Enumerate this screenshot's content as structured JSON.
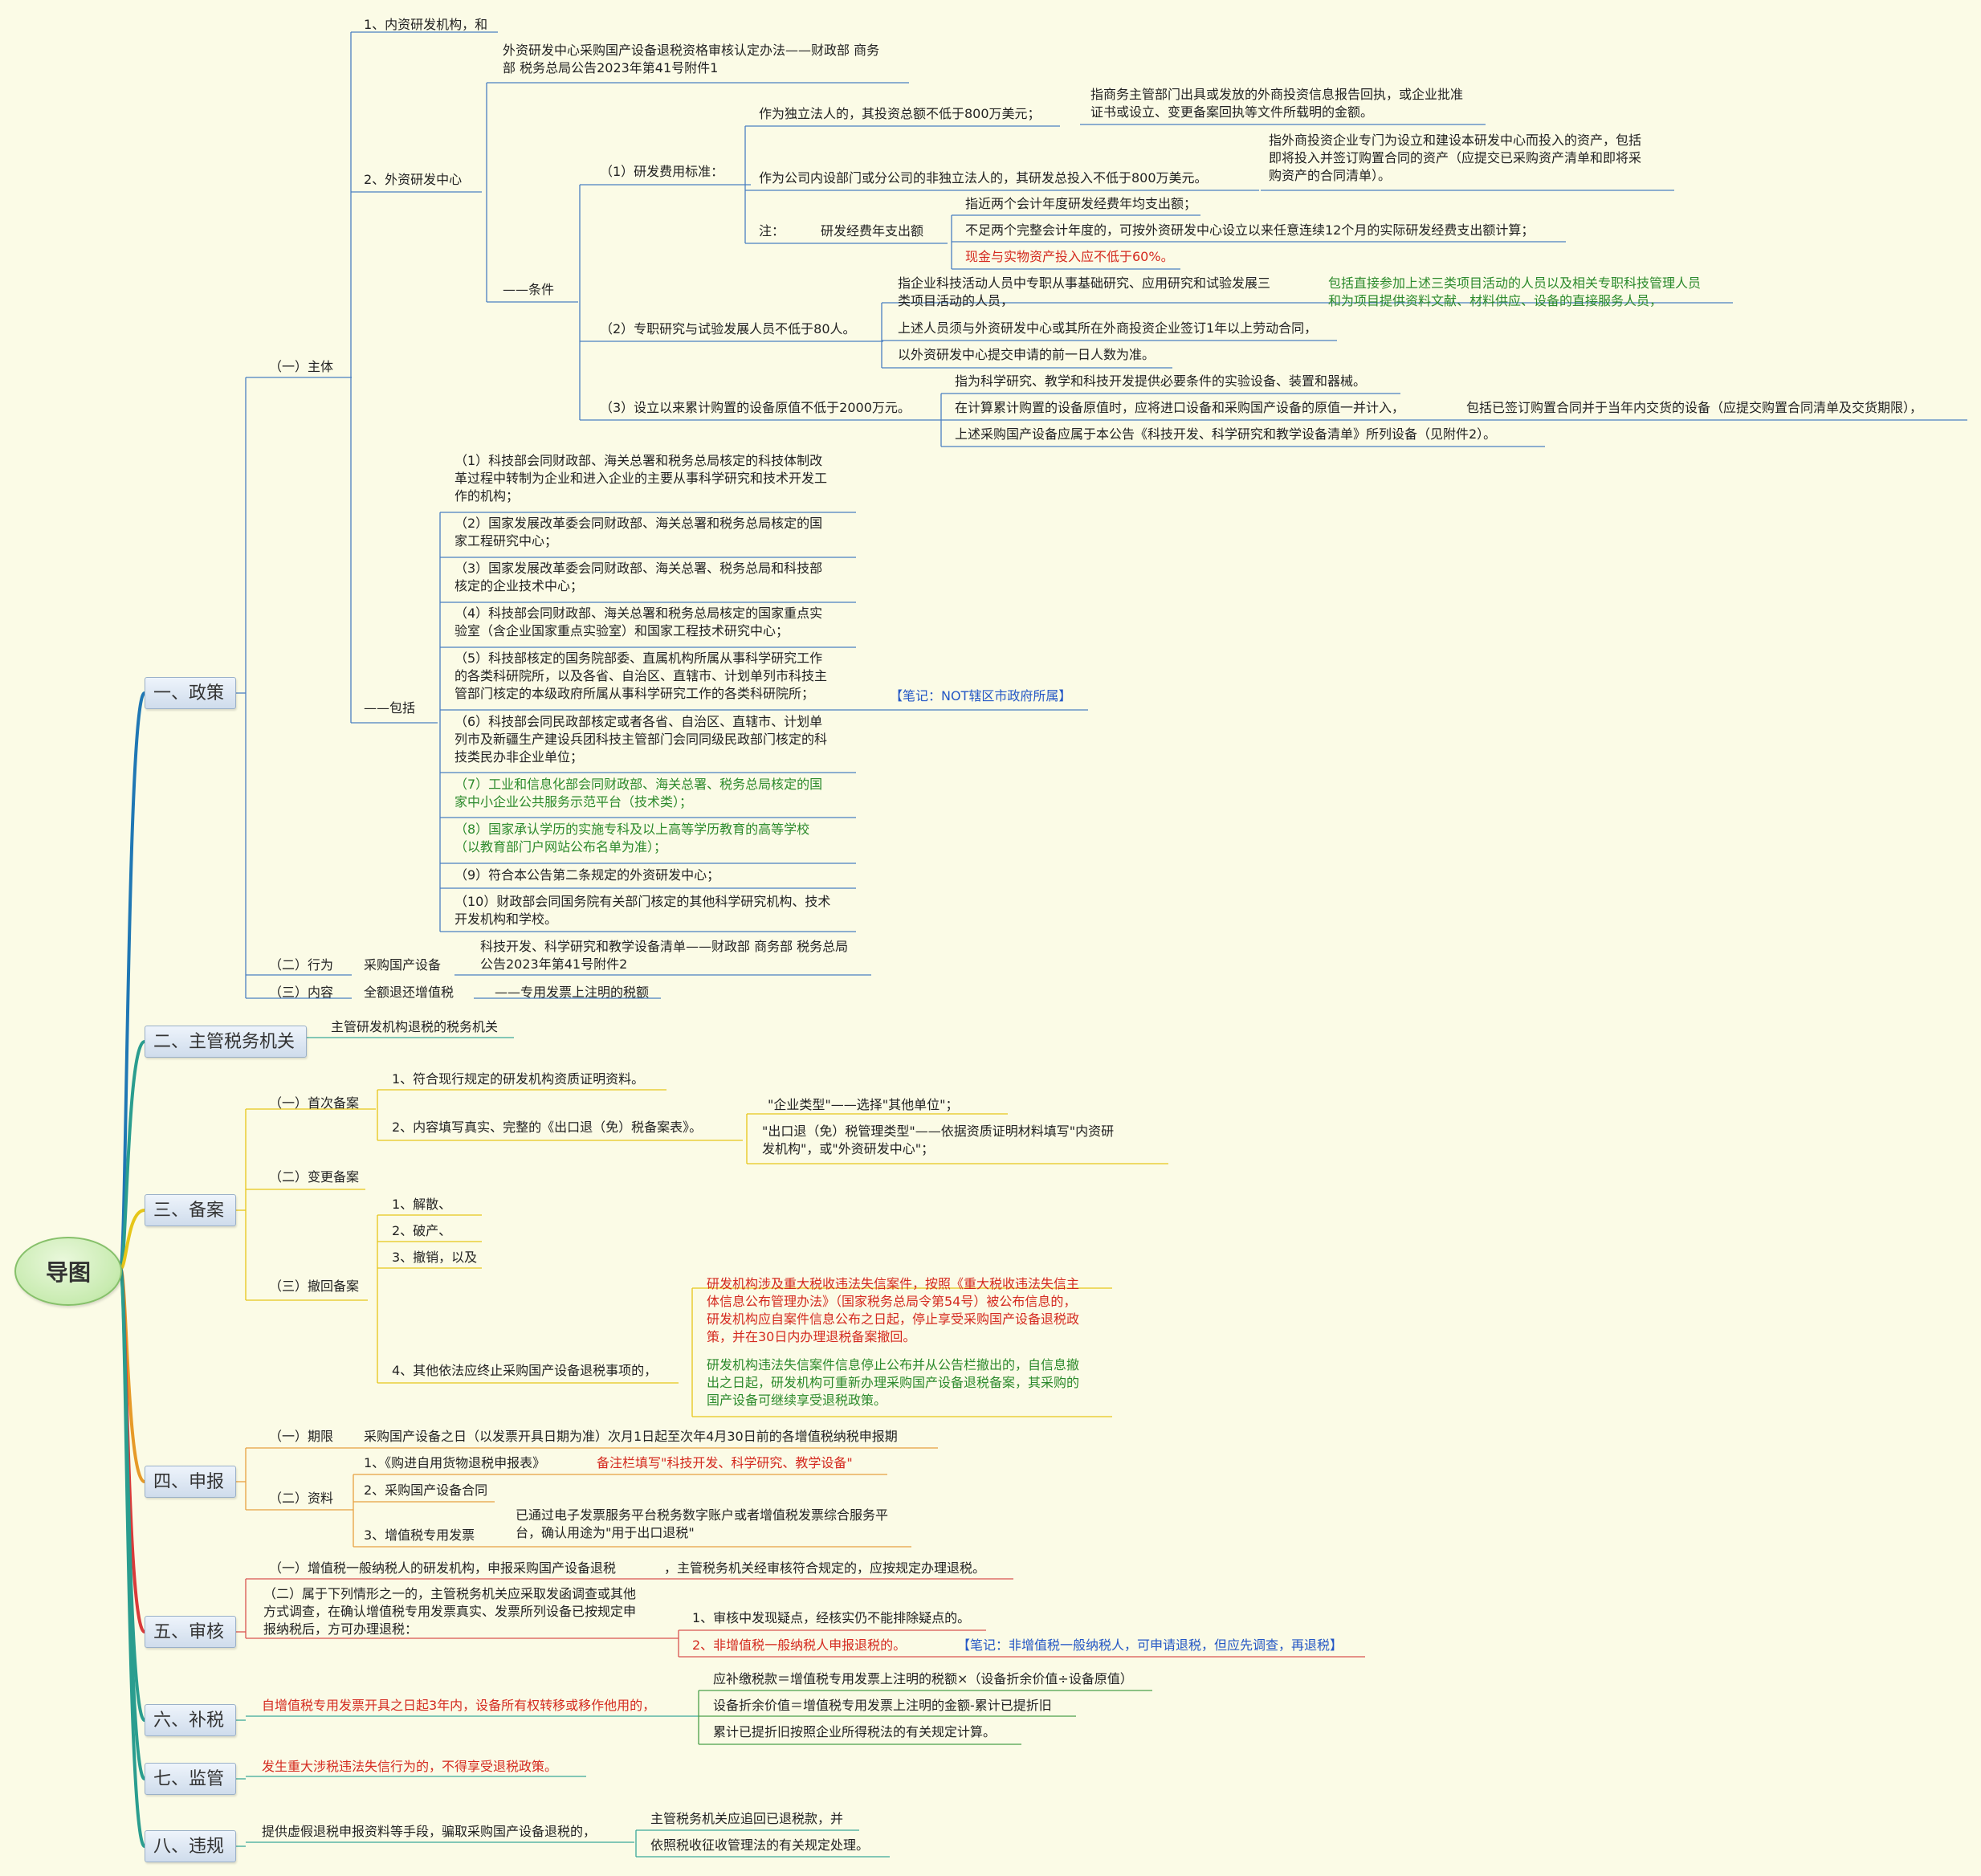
{
  "root": "导图",
  "branches": [
    {
      "id": "b1",
      "label": "一、政策",
      "color": "#1f77b4"
    },
    {
      "id": "b2",
      "label": "二、主管税务机关",
      "color": "#2a9d8f"
    },
    {
      "id": "b3",
      "label": "三、备案",
      "color": "#e6c619"
    },
    {
      "id": "b4",
      "label": "四、申报",
      "color": "#e69a28"
    },
    {
      "id": "b5",
      "label": "五、审核",
      "color": "#d93a3a"
    },
    {
      "id": "b6",
      "label": "六、补税",
      "color": "#2a9d8f"
    },
    {
      "id": "b7",
      "label": "七、监管",
      "color": "#2a9d8f"
    },
    {
      "id": "b8",
      "label": "八、违规",
      "color": "#2a9d8f"
    }
  ],
  "nodes": {
    "p_zhuti": "（一）主体",
    "p_neizi": "1、内资研发机构，和",
    "p_waizi": "2、外资研发中心",
    "p_waizi_law": "外资研发中心采购国产设备退税资格审核认定办法——财政部 商务\n部 税务总局公告2023年第41号附件1",
    "p_tiaojian": "——条件",
    "p_c1": "（1）研发费用标准：",
    "p_c1a": "作为独立法人的，其投资总额不低于800万美元；",
    "p_c1a_note": "指商务主管部门出具或发放的外商投资信息报告回执，或企业批准\n证书或设立、变更备案回执等文件所载明的金额。",
    "p_c1b": "作为公司内设部门或分公司的非独立法人的，其研发总投入不低于800万美元。",
    "p_c1b_note": "指外商投资企业专门为设立和建设本研发中心而投入的资产，包括\n即将投入并签订购置合同的资产（应提交已采购资产清单和即将采\n购资产的合同清单）。",
    "p_zhu": "注：",
    "p_yjjf": "研发经费年支出额",
    "p_yjjf1": "指近两个会计年度研发经费年均支出额；",
    "p_yjjf2": "不足两个完整会计年度的，可按外资研发中心设立以来任意连续12个月的实际研发经费支出额计算；",
    "p_yjjf3": "现金与实物资产投入应不低于60%。",
    "p_c2": "（2）专职研究与试验发展人员不低于80人。",
    "p_c2a": "指企业科技活动人员中专职从事基础研究、应用研究和试验发展三\n类项目活动的人员，",
    "p_c2a_note": "包括直接参加上述三类项目活动的人员以及相关专职科技管理人员\n和为项目提供资料文献、材料供应、设备的直接服务人员，",
    "p_c2b": "上述人员须与外资研发中心或其所在外商投资企业签订1年以上劳动合同，",
    "p_c2c": "以外资研发中心提交申请的前一日人数为准。",
    "p_c3": "（3）设立以来累计购置的设备原值不低于2000万元。",
    "p_c3a": "指为科学研究、教学和科技开发提供必要条件的实验设备、装置和器械。",
    "p_c3b": "在计算累计购置的设备原值时，应将进口设备和采购国产设备的原值一并计入，",
    "p_c3b_note": "包括已签订购置合同并于当年内交货的设备（应提交购置合同清单及交货期限），",
    "p_c3c": "上述采购国产设备应属于本公告《科技开发、科学研究和教学设备清单》所列设备（见附件2）。",
    "p_baokuo": "——包括",
    "p_i1": "（1）科技部会同财政部、海关总署和税务总局核定的科技体制改\n革过程中转制为企业和进入企业的主要从事科学研究和技术开发工\n作的机构；",
    "p_i2": "（2）国家发展改革委会同财政部、海关总署和税务总局核定的国\n家工程研究中心；",
    "p_i3": "（3）国家发展改革委会同财政部、海关总署、税务总局和科技部\n核定的企业技术中心；",
    "p_i4": "（4）科技部会同财政部、海关总署和税务总局核定的国家重点实\n验室（含企业国家重点实验室）和国家工程技术研究中心；",
    "p_i5": "（5）科技部核定的国务院部委、直属机构所属从事科学研究工作\n的各类科研院所，以及各省、自治区、直辖市、计划单列市科技主\n管部门核定的本级政府所属从事科学研究工作的各类科研院所；",
    "p_i5_note": "【笔记：NOT辖区市政府所属】",
    "p_i6": "（6）科技部会同民政部核定或者各省、自治区、直辖市、计划单\n列市及新疆生产建设兵团科技主管部门会同同级民政部门核定的科\n技类民办非企业单位；",
    "p_i7": "（7）工业和信息化部会同财政部、海关总署、税务总局核定的国\n家中小企业公共服务示范平台（技术类）；",
    "p_i8": "（8）国家承认学历的实施专科及以上高等学历教育的高等学校\n（以教育部门户网站公布名单为准）；",
    "p_i9": "（9）符合本公告第二条规定的外资研发中心；",
    "p_i10": "（10）财政部会同国务院有关部门核定的其他科学研究机构、技术\n开发机构和学校。",
    "p_xingwei": "（二）行为",
    "p_caigou": "采购国产设备",
    "p_caigou_note": "科技开发、科学研究和教学设备清单——财政部 商务部 税务总局\n公告2023年第41号附件2",
    "p_neirong": "（三）内容",
    "p_quane": "全额退还增值税",
    "p_zhuanyong": "——专用发票上注明的税额",
    "s_jiguan": "主管研发机构退税的税务机关",
    "r_shouci": "（一）首次备案",
    "r_s1": "1、符合现行规定的研发机构资质证明资料。",
    "r_s2": "2、内容填写真实、完整的《出口退（免）税备案表》。",
    "r_s2a": "\"企业类型\"——选择\"其他单位\"；",
    "r_s2b": "\"出口退（免）税管理类型\"——依据资质证明材料填写\"内资研\n发机构\"，或\"外资研发中心\"；",
    "r_biangeng": "（二）变更备案",
    "r_chehui": "（三）撤回备案",
    "r_ch1": "1、解散、",
    "r_ch2": "2、破产、",
    "r_ch3": "3、撤销，以及",
    "r_ch4": "4、其他依法应终止采购国产设备退税事项的，",
    "r_ch4a": "研发机构涉及重大税收违法失信案件，按照《重大税收违法失信主\n体信息公布管理办法》（国家税务总局令第54号）被公布信息的，\n研发机构应自案件信息公布之日起，停止享受采购国产设备退税政\n策，并在30日内办理退税备案撤回。",
    "r_ch4b": "研发机构违法失信案件信息停止公布并从公告栏撤出的，自信息撤\n出之日起，研发机构可重新办理采购国产设备退税备案，其采购的\n国产设备可继续享受退税政策。",
    "d_qixian": "（一）期限",
    "d_qixian_v": "采购国产设备之日（以发票开具日期为准）次月1日起至次年4月30日前的各增值税纳税申报期",
    "d_ziliao": "（二）资料",
    "d_z1": "1、《购进自用货物退税申报表》",
    "d_z1_note": "备注栏填写\"科技开发、科学研究、教学设备\"",
    "d_z2": "2、采购国产设备合同",
    "d_z3": "3、增值税专用发票",
    "d_z3_note": "已通过电子发票服务平台税务数字账户或者增值税发票综合服务平\n台，确认用途为\"用于出口退税\"",
    "a_1": "（一）增值税一般纳税人的研发机构，申报采购国产设备退税",
    "a_1b": "，主管税务机关经审核符合规定的，应按规定办理退税。",
    "a_2": "（二）属于下列情形之一的，主管税务机关应采取发函调查或其他\n方式调查，在确认增值税专用发票真实、发票所列设备已按规定申\n报纳税后，方可办理退税：",
    "a_2a": "1、审核中发现疑点，经核实仍不能排除疑点的。",
    "a_2b": "2、非增值税一般纳税人申报退税的。",
    "a_2b_note": "【笔记：非增值税一般纳税人，可申请退税，但应先调查，再退税】",
    "t_main": "自增值税专用发票开具之日起3年内，设备所有权转移或移作他用的，",
    "t_1": "应补缴税款＝增值税专用发票上注明的税额×（设备折余价值÷设备原值）",
    "t_2": "设备折余价值＝增值税专用发票上注明的金额-累计已提折旧",
    "t_3": "累计已提折旧按照企业所得税法的有关规定计算。",
    "j_main": "发生重大涉税违法失信行为的，不得享受退税政策。",
    "v_main": "提供虚假退税申报资料等手段，骗取采购国产设备退税的，",
    "v_1": "主管税务机关应追回已退税款，并",
    "v_2": "依照税收征收管理法的有关规定处理。"
  }
}
